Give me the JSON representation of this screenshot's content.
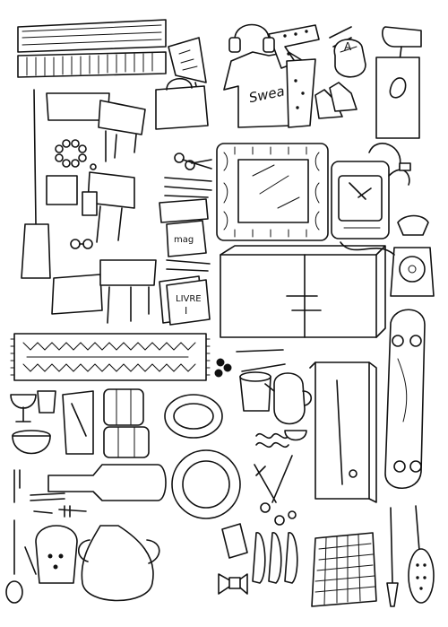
{
  "labels": {
    "sweater": "Swea",
    "magazine": "mag",
    "book_title": "LIVRE",
    "book_volume": "I",
    "notebook_tag": "A"
  }
}
